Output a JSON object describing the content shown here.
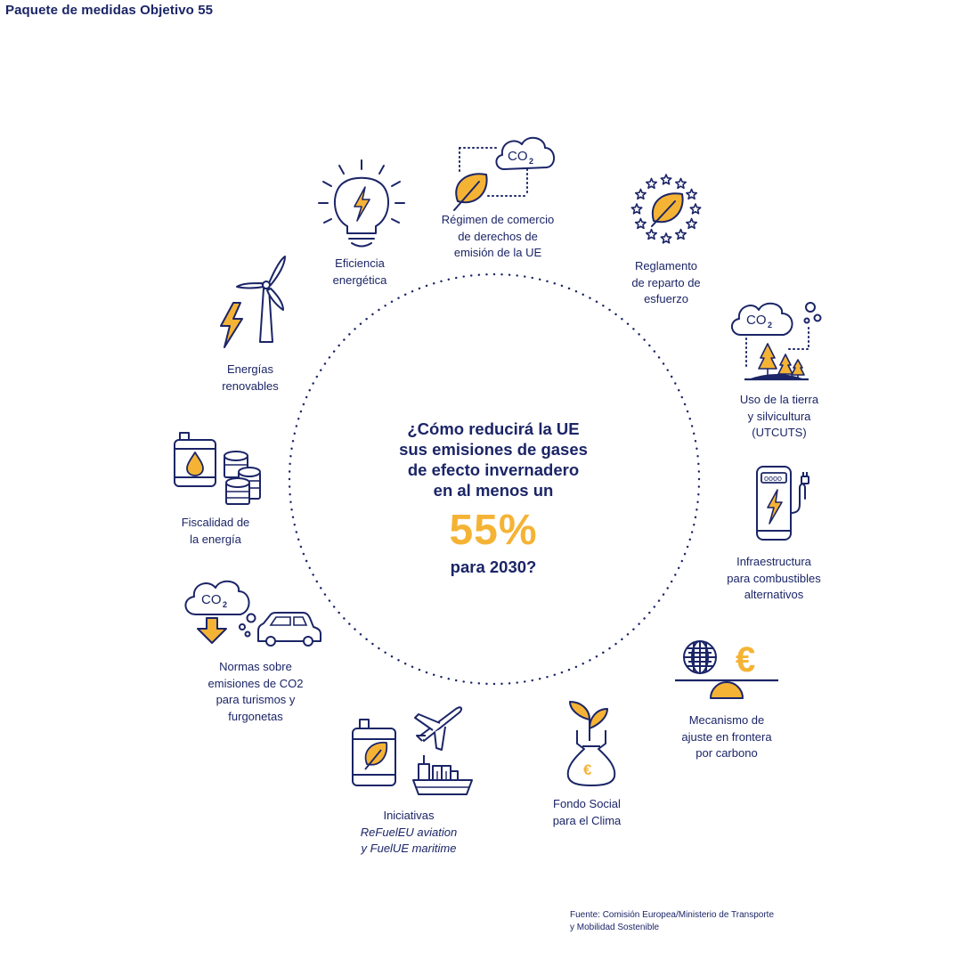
{
  "header": {
    "title": "Paquete de medidas Objetivo  55"
  },
  "center": {
    "question_lines": [
      "¿Cómo reducirá la UE",
      "sus emisiones de gases",
      "de efecto invernadero",
      "en al menos un"
    ],
    "percentage": "55%",
    "year_line": "para 2030?"
  },
  "items": {
    "ets": {
      "lines": [
        "Régimen de comercio",
        "de derechos de",
        "emisión de la UE"
      ],
      "icon": "co2-cloud-leaf-icon",
      "icon_text": "CO",
      "icon_sub": "2"
    },
    "effort": {
      "lines": [
        "Reglamento",
        "de reparto de",
        "esfuerzo"
      ],
      "icon": "eu-stars-leaf-icon"
    },
    "lulucf": {
      "lines": [
        "Uso de la tierra",
        "y silvicultura",
        "(UTCUTS)"
      ],
      "icon": "co2-cloud-trees-icon",
      "icon_text": "CO",
      "icon_sub": "2"
    },
    "infra": {
      "lines": [
        "Infraestructura",
        "para combustibles",
        "alternativos"
      ],
      "icon": "charging-station-icon",
      "icon_text": "oooo"
    },
    "cbam": {
      "lines": [
        "Mecanismo de",
        "ajuste en frontera",
        "por carbono"
      ],
      "icon": "globe-euro-balance-icon",
      "icon_text": "€"
    },
    "social": {
      "lines": [
        "Fondo Social",
        "para el Clima"
      ],
      "icon": "money-bag-plant-icon",
      "icon_text": "€"
    },
    "refuel": {
      "lines": [
        "Iniciativas",
        "ReFuelEU aviation",
        "y FuelUE maritime"
      ],
      "icon": "barrel-plane-ship-icon"
    },
    "co2cars": {
      "lines": [
        "Normas sobre",
        "emisiones de CO2",
        "para turismos y",
        "furgonetas"
      ],
      "icon": "co2-cloud-car-icon",
      "icon_text": "CO",
      "icon_sub": "2"
    },
    "taxation": {
      "lines": [
        "Fiscalidad de",
        "la energía"
      ],
      "icon": "oil-drum-coins-icon"
    },
    "renewables": {
      "lines": [
        "Energías",
        "renovables"
      ],
      "icon": "wind-turbine-lightning-icon"
    },
    "efficiency": {
      "lines": [
        "Eficiencia",
        "energética"
      ],
      "icon": "lightbulb-icon"
    }
  },
  "source": {
    "lines": [
      "Fuente: Comisión Europea/Ministerio de Transporte",
      "y Mobilidad Sostenible"
    ]
  },
  "colors": {
    "navy": "#1b2567",
    "yellow": "#f5b335"
  }
}
